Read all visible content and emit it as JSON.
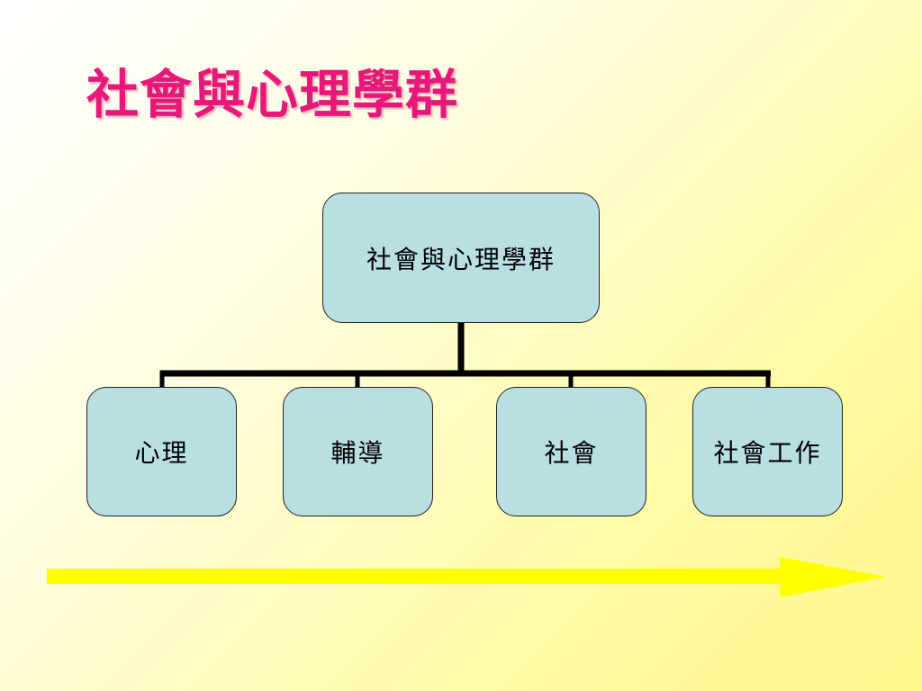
{
  "slide": {
    "title": "社會與心理學群"
  },
  "diagram": {
    "root": "社會與心理學群",
    "children": [
      "心理",
      "輔導",
      "社會",
      "社會工作"
    ]
  },
  "colors": {
    "title": "#e8177a",
    "node_fill": "#b9dfe3",
    "connector": "#000000",
    "arrow": "#ffff00"
  }
}
